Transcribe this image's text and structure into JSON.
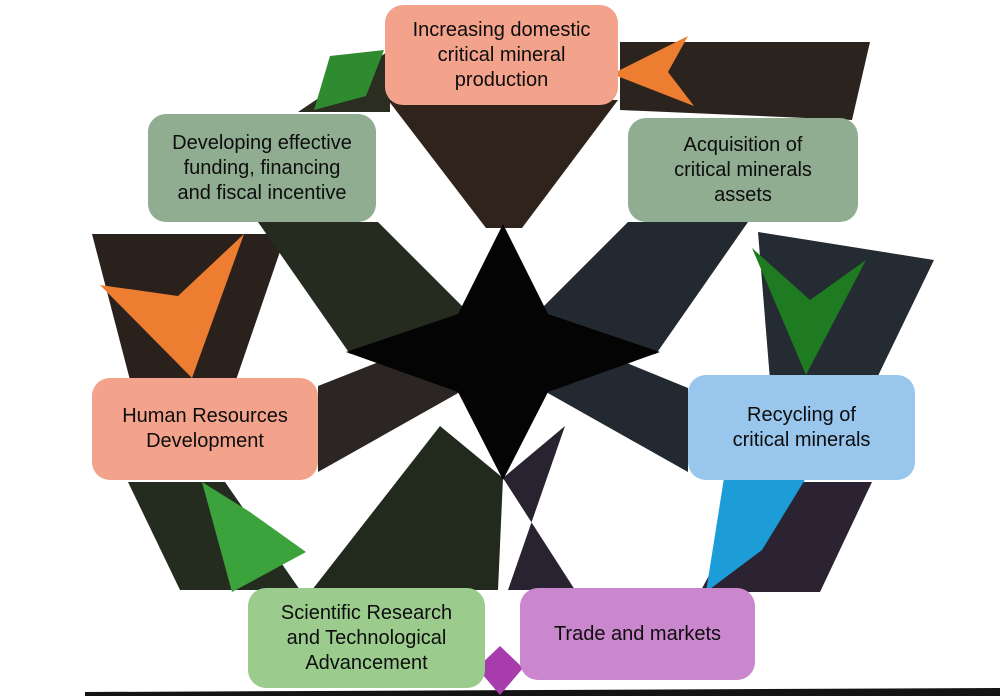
{
  "nodes": {
    "increasing": {
      "label": "Increasing domestic critical mineral production",
      "color": "#F3A38C"
    },
    "developing": {
      "label": "Developing effective funding, financing and fiscal incentive",
      "color": "#90AD92"
    },
    "acquisition": {
      "label": "Acquisition of critical minerals assets",
      "color": "#90AD92"
    },
    "human_resources": {
      "label": "Human Resources Development",
      "color": "#F3A38C"
    },
    "recycling": {
      "label": "Recycling of critical minerals",
      "color": "#98C6ED"
    },
    "scientific": {
      "label": "Scientific Research and Technological Advancement",
      "color": "#9BCC8D"
    },
    "trade": {
      "label": "Trade and markets",
      "color": "#CB87CD"
    }
  },
  "arrows": {
    "green_top_left": {
      "color": "#2E8B30"
    },
    "orange_top_right": {
      "color": "#ED7D31"
    },
    "green_right": {
      "color": "#1E7B22"
    },
    "blue_bottom_right": {
      "color": "#1C9DD8"
    },
    "purple_bottom": {
      "color": "#A83CAC"
    },
    "green_bottom_left": {
      "color": "#3CA33C"
    },
    "orange_left": {
      "color": "#ED7D31"
    }
  }
}
